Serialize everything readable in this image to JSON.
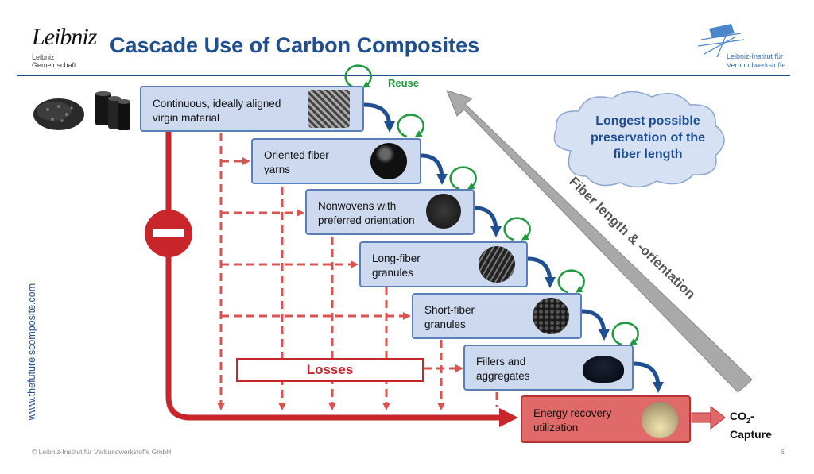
{
  "header": {
    "title": "Cascade Use of Carbon Composites",
    "logo_left_word": "Leibniz",
    "logo_left_sub": "Leibniz\nGemeinschaft",
    "logo_right_text": "Leibniz-Institut für\nVerbundwerkstoffe"
  },
  "diagram": {
    "stages": [
      {
        "label": "Continuous, ideally aligned\nvirgin material"
      },
      {
        "label": "Oriented fiber\nyarns"
      },
      {
        "label": "Nonwovens with\npreferred orientation"
      },
      {
        "label": "Long-fiber\ngranules"
      },
      {
        "label": "Short-fiber\ngranules"
      },
      {
        "label": "Fillers and\naggregates"
      },
      {
        "label": "Energy recovery\nutilization"
      }
    ],
    "reuse_label": "Reuse",
    "losses_label": "Losses",
    "cloud_text": "Longest possible\npreservation of the\nfiber length",
    "diagonal_arrow_label": "Fiber length & -orientation",
    "co2_main": "CO",
    "co2_sub": "2",
    "co2_rest": "-\nCapture"
  },
  "sidebar": {
    "url": "www.thefutureiscomposite.com"
  },
  "footer": {
    "copyright": "© Leibniz-Institut für Verbundwerkstoffe GmbH",
    "page_number": "6"
  },
  "colors": {
    "title_blue": "#1f4e91",
    "box_fill": "#cdd9ee",
    "box_border": "#5a7fb8",
    "flow_arrow": "#1f4e91",
    "reuse_green": "#1e9b3c",
    "loss_red": "#c8262b",
    "energy_box": "#e06a6a",
    "diagonal_gray": "#a9a9a9"
  },
  "icons": [
    "leibniz-logo",
    "ivw-logo",
    "carbon-pellets-image",
    "carbon-spools-image",
    "no-entry-icon",
    "reuse-cycle-icon",
    "cloud-shape"
  ]
}
